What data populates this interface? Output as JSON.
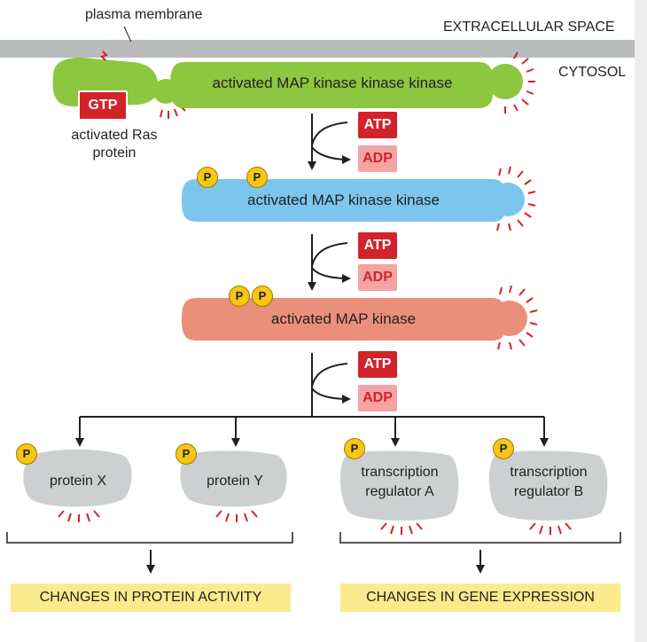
{
  "labels": {
    "plasma_membrane": "plasma membrane",
    "extracellular_space": "EXTRACELLULAR SPACE",
    "cytosol": "CYTOSOL",
    "ras_line1": "activated Ras",
    "ras_line2": "protein",
    "gtp": "GTP",
    "mapkkk": "activated MAP kinase kinase kinase",
    "mapkk": "activated MAP kinase kinase",
    "mapk": "activated MAP kinase",
    "atp": "ATP",
    "adp": "ADP",
    "p": "P",
    "protein_x": "protein X",
    "protein_y": "protein Y",
    "tr_a_line1": "transcription",
    "tr_a_line2": "regulator A",
    "tr_b_line1": "transcription",
    "tr_b_line2": "regulator B",
    "outcome_protein": "CHANGES IN PROTEIN ACTIVITY",
    "outcome_gene": "CHANGES IN GENE EXPRESSION"
  },
  "colors": {
    "membrane": "#b8bcbd",
    "mapkkk_green": "#8dc63f",
    "mapkk_blue": "#7cc5ec",
    "mapk_salmon": "#ea8f7a",
    "target_grey": "#cdd0d1",
    "atp_red": "#d2232a",
    "adp_pink": "#f4a3a3",
    "phosphate_yellow": "#f6c715",
    "outcome_yellow": "#fbeb8c"
  }
}
